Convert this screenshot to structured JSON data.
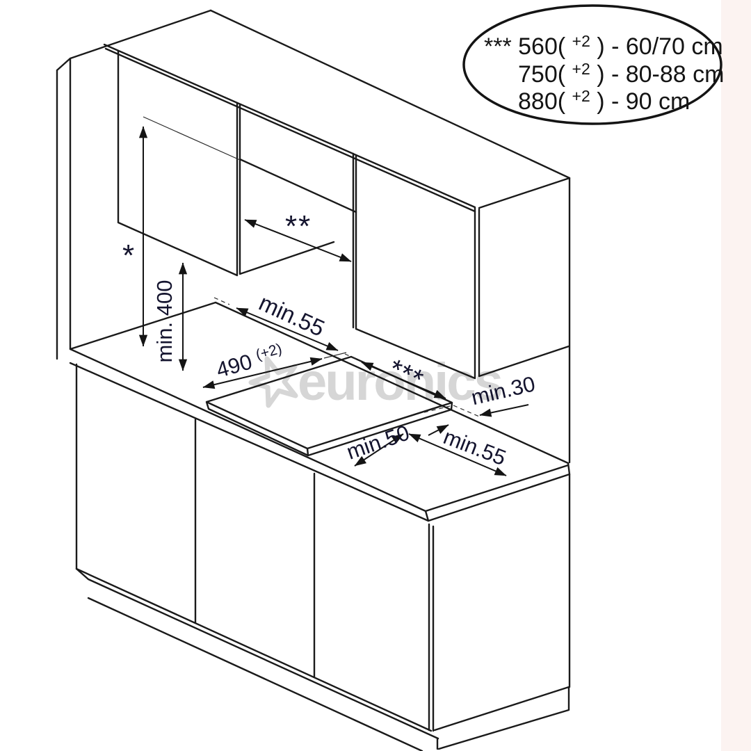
{
  "diagram": {
    "title_semantic": "hob-installation-cutout-dimensions",
    "watermark": "euronics",
    "legend": {
      "lines": [
        {
          "pre": "*** 560(",
          "sup": "+2",
          "post": ") - 60/70 cm"
        },
        {
          "pre": "750(",
          "sup": "+2",
          "post": ") - 80-88 cm"
        },
        {
          "pre": "880(",
          "sup": "+2",
          "post": ") - 90 cm"
        }
      ]
    },
    "labels": {
      "hood_clearance": "*",
      "hood_niche_width": "**",
      "worktop_to_cabinet": "min. 400",
      "left_clearance": "min.55",
      "cutout_depth": {
        "value": "490",
        "tolerance": "(+2)"
      },
      "cutout_width": "***",
      "rear_clearance": "min.30",
      "front_clearance": "min.50",
      "right_clearance": "min.55"
    },
    "colors": {
      "line": "#1a1a1a",
      "label_text": "#14142e",
      "watermark": "#d6d6d6",
      "edge_tint": "#fcf3f1"
    }
  }
}
